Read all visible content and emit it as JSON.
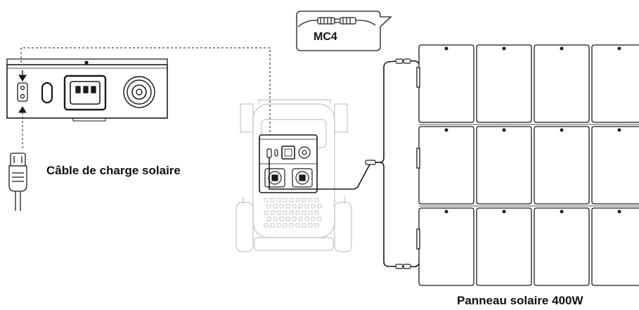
{
  "labels": {
    "mc4": "MC4",
    "solar_cable": "Câble de charge solaire",
    "solar_panel": "Panneau solaire 400W"
  },
  "colors": {
    "line": "#1a1a1a",
    "faded_line": "#c4c4c4",
    "panel_fill": "#ffffff"
  },
  "icons": [
    "mc4-connector-icon",
    "xt60-port-icon",
    "ac-socket-icon",
    "dc-outlet-icon",
    "solar-plug-icon",
    "power-station-icon",
    "solar-panel-icon"
  ]
}
